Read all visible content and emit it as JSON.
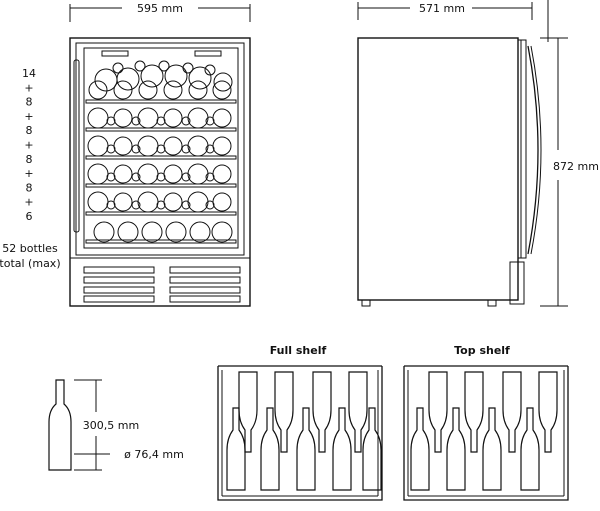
{
  "front": {
    "width_label": "595 mm",
    "shelf_counts": [
      "14",
      "+",
      "8",
      "+",
      "8",
      "+",
      "8",
      "+",
      "8",
      "+",
      "6"
    ],
    "total_label_line1": "52 bottles",
    "total_label_line2": "total (max)"
  },
  "side": {
    "depth_label": "571 mm",
    "height_label": "872 mm"
  },
  "bottle": {
    "height_label": "300,5 mm",
    "diameter_label": "ø 76,4 mm"
  },
  "shelves": {
    "full_label": "Full shelf",
    "top_label": "Top shelf"
  },
  "colors": {
    "line": "#111111",
    "background": "#ffffff"
  }
}
